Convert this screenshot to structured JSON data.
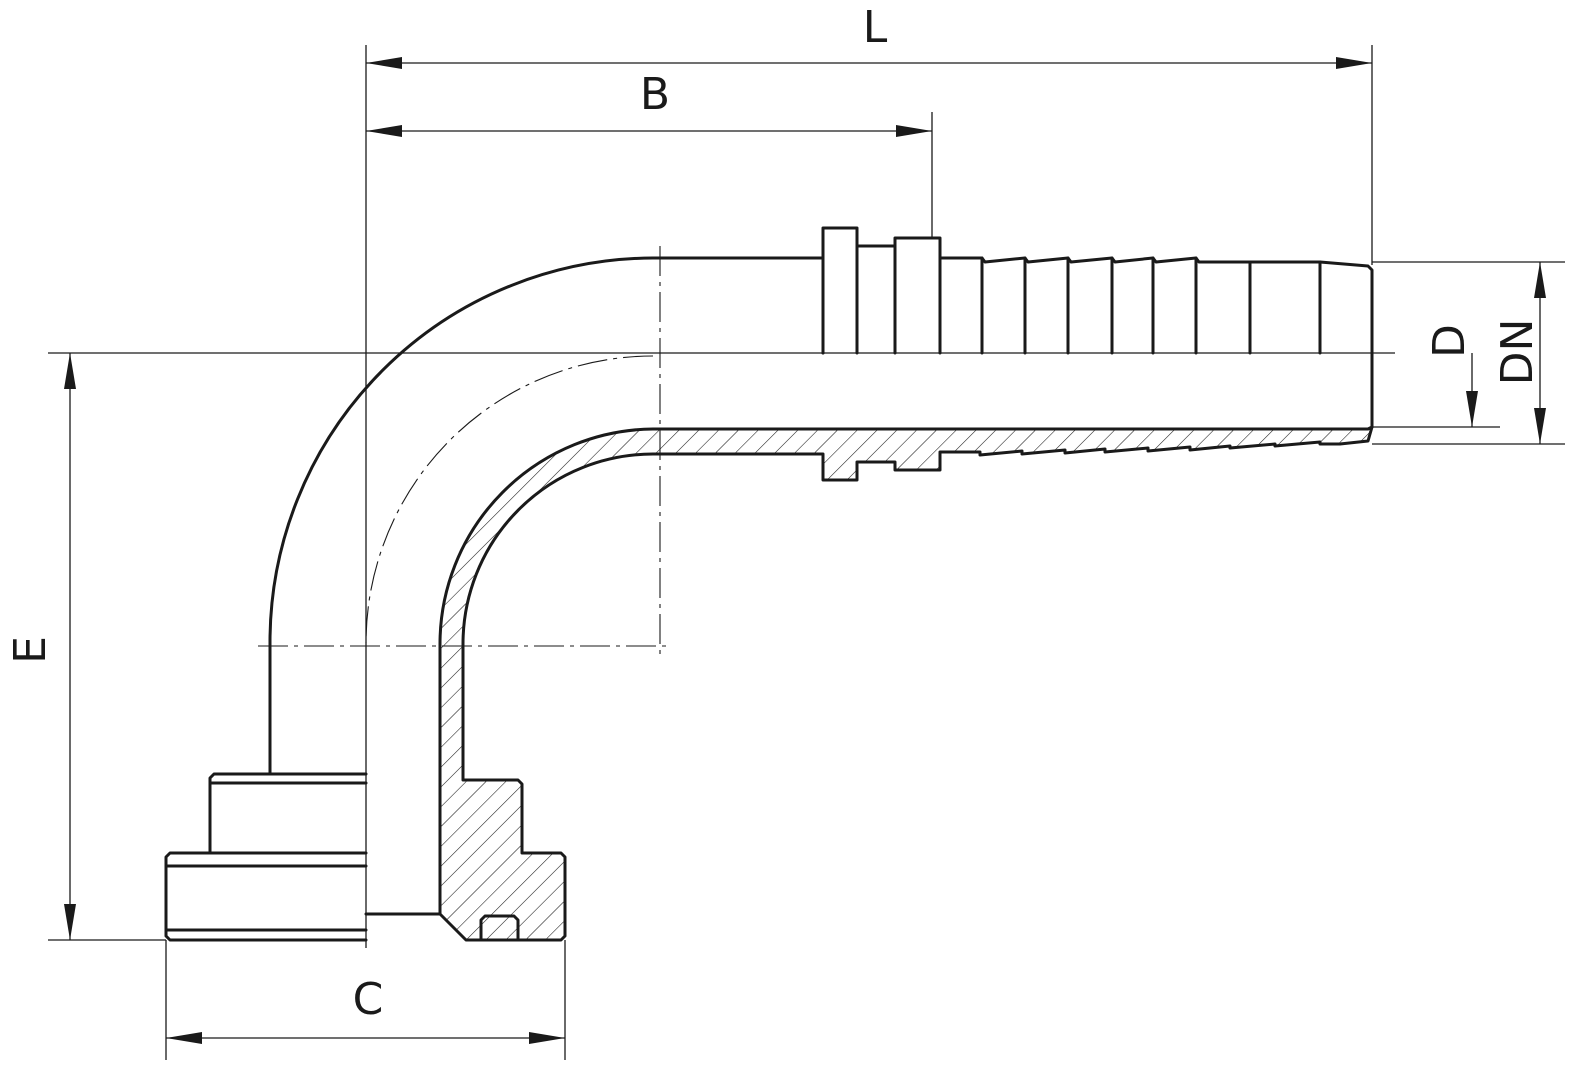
{
  "diagram": {
    "dimension_labels": {
      "L": "L",
      "B": "B",
      "D": "D",
      "DN": "DN",
      "E": "E",
      "C": "C"
    },
    "line_color": "#1a1a1a",
    "background_color": "#ffffff"
  }
}
